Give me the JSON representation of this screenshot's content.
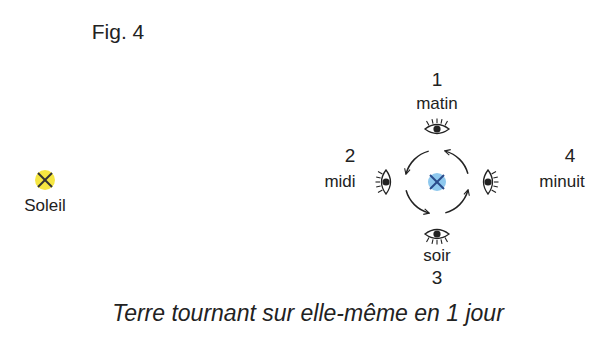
{
  "diagram": {
    "title": "Fig. 4",
    "caption": "Terre tournant sur elle-même en 1 jour",
    "labels": [
      "Soleil",
      "1",
      "matin",
      "2",
      "midi",
      "soir",
      "3",
      "4",
      "minuit"
    ]
  }
}
